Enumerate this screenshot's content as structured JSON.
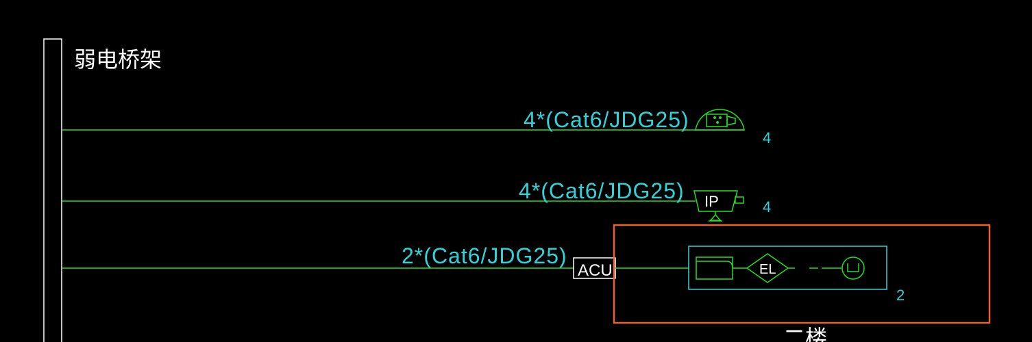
{
  "colors": {
    "background": "#000000",
    "wire": "#20e020",
    "text_cyan": "#2fd3d8",
    "text_white": "#ffffff",
    "highlight": "#e8632a"
  },
  "tray": {
    "label": "弱电桥架"
  },
  "rows": [
    {
      "cable": "4*(Cat6/JDG25)",
      "device_icon": "dome-camera-icon",
      "qty": "4"
    },
    {
      "cable": "4*(Cat6/JDG25)",
      "device_icon": "ip-camera-icon",
      "device_text": "IP",
      "qty": "4"
    },
    {
      "cable": "2*(Cat6/JDG25)",
      "controller": "ACU",
      "qty": "2",
      "devices": [
        {
          "icon": "card-reader-icon"
        },
        {
          "icon": "electric-lock-icon",
          "text": "EL"
        },
        {
          "icon": "exit-button-icon"
        }
      ]
    }
  ],
  "floor_label": "二楼"
}
